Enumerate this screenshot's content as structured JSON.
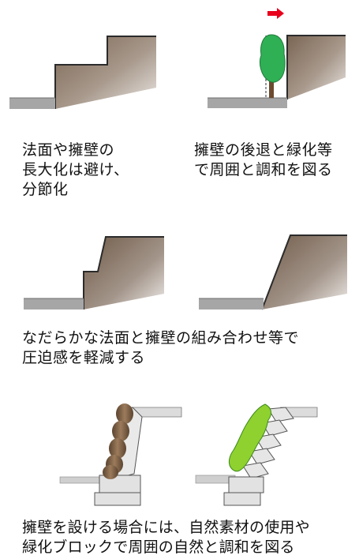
{
  "captions": {
    "stepped_slope": [
      "法面や擁壁の",
      "長大化は避け、",
      "分節化"
    ],
    "setback_greening": [
      "擁壁の後退と緑化等",
      "で周囲と調和を図る"
    ],
    "gentle_slope_combo": [
      "なだらかな法面と擁壁の組み合わせ等で",
      "圧迫感を軽減する"
    ],
    "natural_materials": [
      "擁壁を設ける場合には、自然素材の使用や",
      "緑化ブロックで周囲の自然と調和を図る"
    ]
  },
  "colors": {
    "ground": "#a6a6a6",
    "ground_edge": "#6e6e6e",
    "earth_dark": "#7a6553",
    "earth_light": "#e6e2de",
    "tree_leaf": "#2fb055",
    "tree_trunk": "#6b4a2f",
    "arrow": "#e8001c",
    "stone": "#8a6a4c",
    "block": "#e2e2e2",
    "block_edge": "#555555",
    "greening": "#8fd12e"
  },
  "icons": {
    "direction_arrow": "right-arrow",
    "tree": "tree"
  }
}
